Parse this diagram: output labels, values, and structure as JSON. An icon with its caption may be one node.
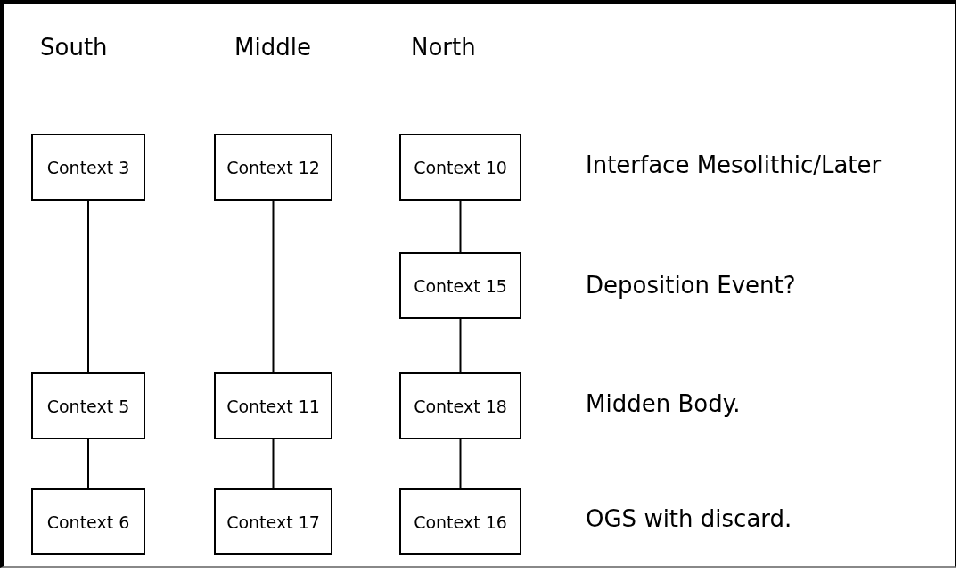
{
  "diagram": {
    "nodes": [
      {
        "text": [
          "Context 3"
        ]
      },
      {
        "text": [
          "Context 12"
        ]
      },
      {
        "text": [
          "Context 10"
        ]
      },
      {
        "text": [
          "Context 15"
        ]
      },
      {
        "text": [
          "Context 5"
        ]
      },
      {
        "text": [
          "Context 11"
        ]
      },
      {
        "text": [
          "Context 18"
        ]
      },
      {
        "text": [
          "Context 6"
        ]
      },
      {
        "text": [
          "Context 17"
        ]
      },
      {
        "text": [
          "Context 16"
        ]
      }
    ],
    "edges": [
      {
        "from": 0,
        "to": 4,
        "arrow": "none"
      },
      {
        "from": 4,
        "to": 7,
        "arrow": "none"
      },
      {
        "from": 1,
        "to": 5,
        "arrow": "none"
      },
      {
        "from": 5,
        "to": 8,
        "arrow": "none"
      },
      {
        "from": 2,
        "to": 3,
        "arrow": "none"
      },
      {
        "from": 3,
        "to": 6,
        "arrow": "none"
      },
      {
        "from": 6,
        "to": 9,
        "arrow": "none"
      }
    ],
    "labels": [
      "South",
      "Middle",
      "North",
      "Interface Mesolithic/Later",
      "Deposition Event?",
      "Midden Body.",
      "OGS with discard."
    ]
  }
}
